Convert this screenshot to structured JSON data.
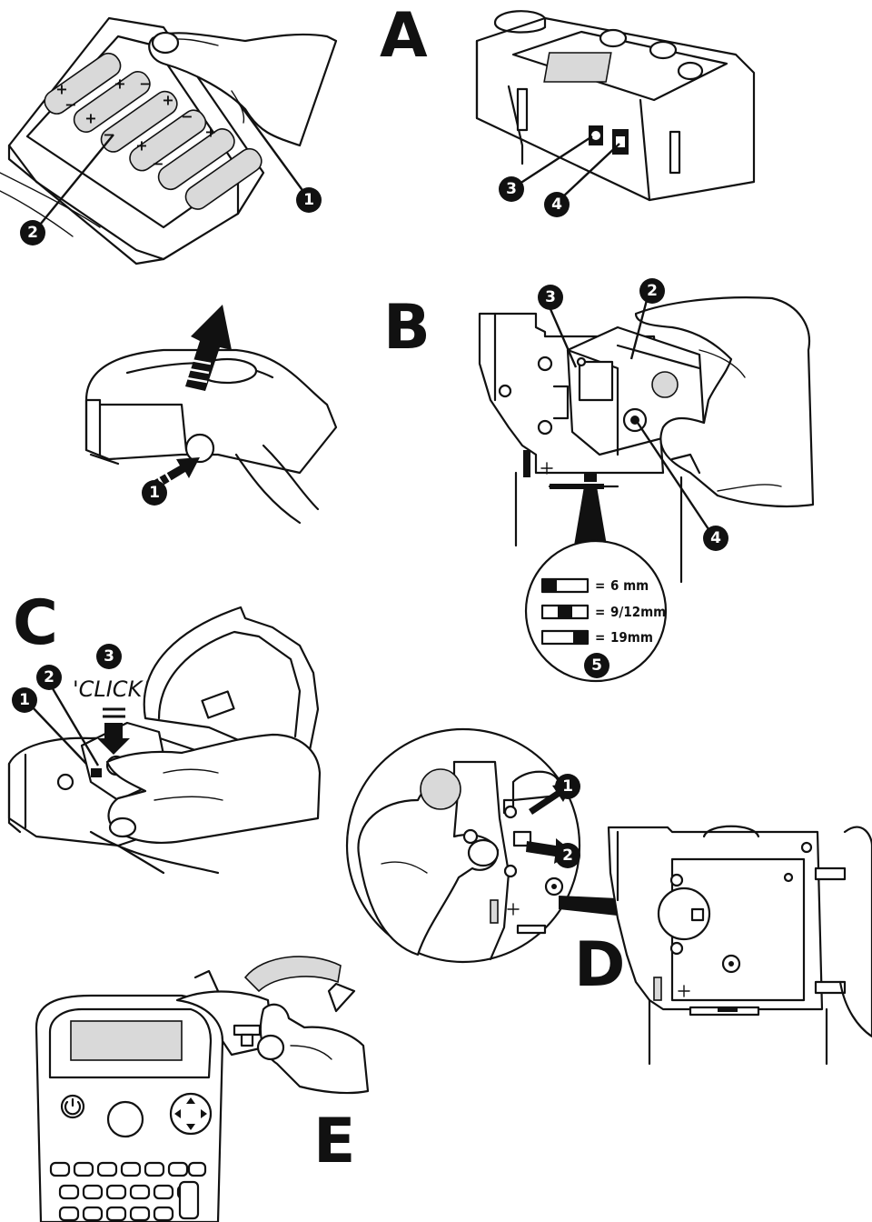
{
  "sections": {
    "a": {
      "letter": "A",
      "callouts": [
        "1",
        "2",
        "3",
        "4"
      ],
      "battery_plus": "+",
      "battery_minus": "−"
    },
    "b": {
      "letter": "B",
      "callouts": [
        "1",
        "2",
        "3",
        "4",
        "5"
      ]
    },
    "c": {
      "letter": "C",
      "callouts": [
        "1",
        "2",
        "3"
      ],
      "sound_text": "'CLICK!'"
    },
    "d": {
      "letter": "D",
      "callouts": [
        "1",
        "2"
      ]
    },
    "e": {
      "letter": "E"
    }
  },
  "tape_sizes": [
    {
      "label": "6 mm",
      "equals": "="
    },
    {
      "label": "9/12mm",
      "equals": "="
    },
    {
      "label": "19mm",
      "equals": "="
    }
  ]
}
